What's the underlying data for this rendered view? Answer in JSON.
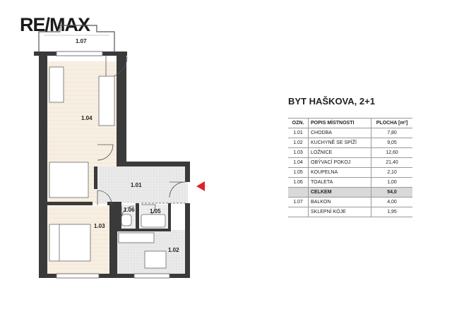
{
  "logo": {
    "text": "RE/MAX"
  },
  "plan": {
    "rooms": [
      {
        "id": "1.07"
      },
      {
        "id": "1.04"
      },
      {
        "id": "1.01"
      },
      {
        "id": "1.06"
      },
      {
        "id": "1.05"
      },
      {
        "id": "1.03"
      },
      {
        "id": "1.02"
      }
    ],
    "colors": {
      "wall": "#3a3a3a",
      "floor_wood": "#f7efe2",
      "floor_tile": "#e6e6e6",
      "entry_arrow": "#e0202a"
    }
  },
  "table": {
    "title": "BYT HAŠKOVA, 2+1",
    "headers": [
      "OZN.",
      "POPIS MÍSTNOSTI",
      "PLOCHA [m²]"
    ],
    "rows": [
      {
        "id": "1.01",
        "name": "CHODBA",
        "area": "7,80"
      },
      {
        "id": "1.02",
        "name": "KUCHYNĚ SE SPÍŽÍ",
        "area": "9,05"
      },
      {
        "id": "1.03",
        "name": "LOŽNICE",
        "area": "12,60"
      },
      {
        "id": "1.04",
        "name": "OBÝVACÍ POKOJ",
        "area": "21,40"
      },
      {
        "id": "1.05",
        "name": "KOUPELNA",
        "area": "2,10"
      },
      {
        "id": "1.06",
        "name": "TOALETA",
        "area": "1,00"
      }
    ],
    "total": {
      "id": "",
      "name": "CELKEM",
      "area": "54,0"
    },
    "extra_rows": [
      {
        "id": "1.07",
        "name": "BALKON",
        "area": "4,00"
      },
      {
        "id": "",
        "name": "SKLEPNÍ KÓJE",
        "area": "1,95"
      }
    ]
  }
}
